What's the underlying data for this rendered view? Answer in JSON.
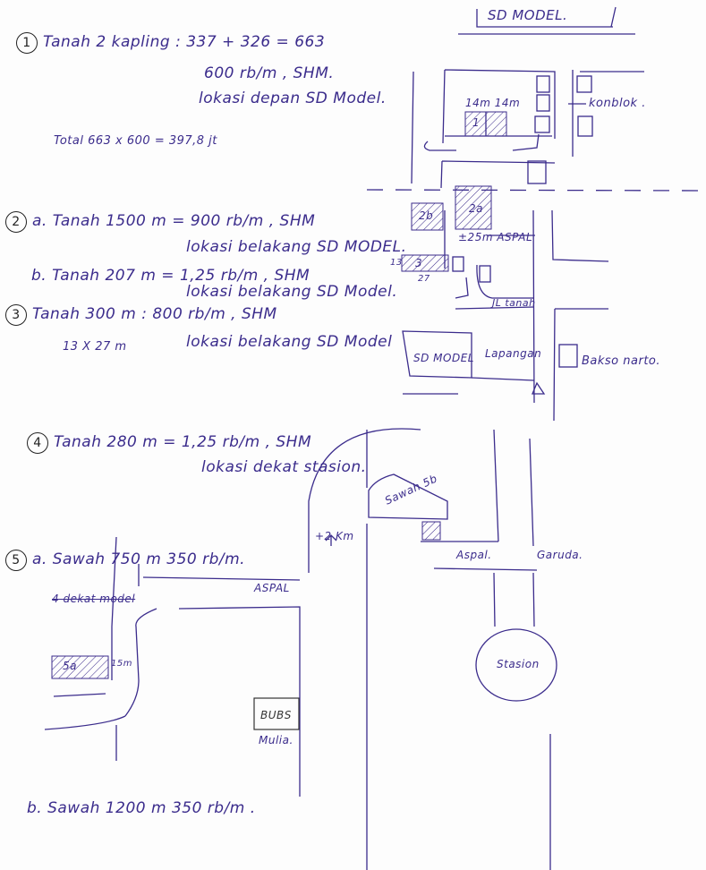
{
  "header": {
    "title": "SD MODEL."
  },
  "items": [
    {
      "number": "1",
      "line1": "Tanah 2 kapling : 337 + 326 = 663",
      "line2": "600 rb/m , SHM.",
      "line3": "lokasi depan SD Model.",
      "total": "Total 663 x 600 = 397,8 jt"
    },
    {
      "number": "2",
      "line1": "a. Tanah 1500 m = 900 rb/m , SHM",
      "line2": "lokasi belakang SD MODEL."
    },
    {
      "number": "",
      "line1": "b. Tanah 207 m = 1,25 rb/m , SHM",
      "line2": "lokasi belakang SD Model."
    },
    {
      "number": "3",
      "line1": "Tanah 300 m : 800 rb/m , SHM",
      "line2": "13 X 27 m",
      "line3": "lokasi belakang SD Model"
    },
    {
      "number": "4",
      "line1": "Tanah 280 m = 1,25 rb/m , SHM",
      "line2": "lokasi dekat stasion."
    },
    {
      "number": "5",
      "line1": "a. Sawah 750 m 350 rb/m."
    },
    {
      "number": "",
      "line1": "b. Sawah 1200 m 350 rb/m ."
    }
  ],
  "map_labels": {
    "width_lots": "14m 14m",
    "lot1": "1",
    "konblok": "konblok .",
    "lot2b": "2b",
    "lot2a": "2a",
    "aspal_25": "±25m ASPAL",
    "lot3_w": "13",
    "lot3": "3",
    "lot3_l": "27",
    "jl_tanah": "JL tanah",
    "sd_model": "SD MODEL",
    "lapangan": "Lapangan",
    "bakso": "Bakso narto.",
    "sawah5b": "Sawah 5b",
    "distance": "+2 Km",
    "aspal2": "Aspal.",
    "garuda": "Garuda.",
    "stasion": "Stasion",
    "aspal3": "ASPAL",
    "crossed": "4 dekat model",
    "lot5a": "5a",
    "lot5a_w": "15m",
    "bubs": "BUBS",
    "mulia": "Mulia."
  }
}
